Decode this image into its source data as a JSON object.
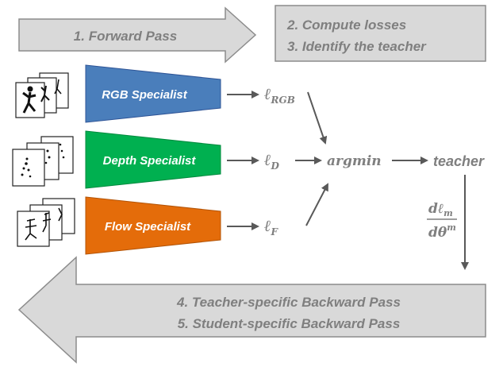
{
  "forward_arrow": {
    "label": "1. Forward Pass"
  },
  "compute_box": {
    "line1": "2. Compute losses",
    "line2": "3. Identify the teacher"
  },
  "specialists": [
    {
      "label": "RGB Specialist",
      "color": "#4a7ebb",
      "loss_main": "ℓ",
      "loss_sub": "RGB"
    },
    {
      "label": "Depth Specialist",
      "color": "#00b050",
      "loss_main": "ℓ",
      "loss_sub": "D"
    },
    {
      "label": "Flow Specialist",
      "color": "#e46c0a",
      "loss_main": "ℓ",
      "loss_sub": "F"
    }
  ],
  "argmin": "argmin",
  "teacher": "teacher",
  "gradient": {
    "num_main": "dℓ",
    "num_sub": "m",
    "den_main": "dθ",
    "den_sup": "m"
  },
  "backward_arrow": {
    "line1": "4. Teacher-specific Backward Pass",
    "line2": "5. Student-specific Backward Pass"
  },
  "colors": {
    "arrow_fill": "#d9d9d9",
    "arrow_stroke": "#8c8c8c",
    "text_gray": "#7f7f7f",
    "dark": "#595959"
  }
}
